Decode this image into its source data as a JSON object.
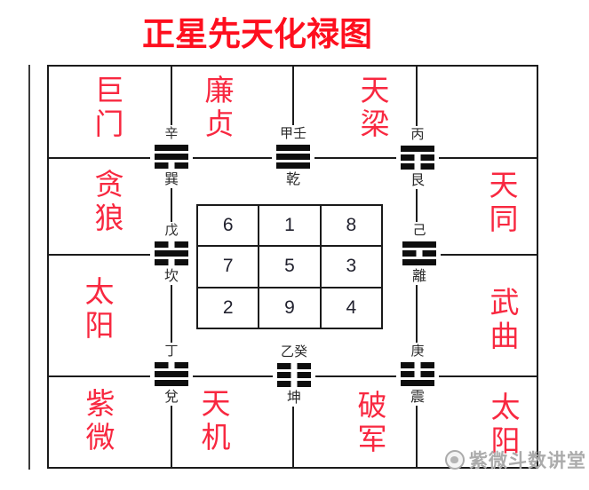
{
  "title": "正星先天化禄图",
  "colors": {
    "title_red": "#fe0f1e",
    "star_red": "#f82840",
    "grid_line": "#1b1b1b",
    "trigram_ink": "#0e0e0e",
    "watermark_gray": "#ababab"
  },
  "stars": [
    {
      "label": "巨门",
      "position": "top-row-col1"
    },
    {
      "label": "廉贞",
      "position": "top-row-col2"
    },
    {
      "label": "天梁",
      "position": "top-row-col3"
    },
    {
      "label": "贪狼",
      "position": "row2-col1"
    },
    {
      "label": "天同",
      "position": "row2-col4"
    },
    {
      "label": "太阳",
      "position": "row3-col1"
    },
    {
      "label": "武曲",
      "position": "row3-col4"
    },
    {
      "label": "紫微",
      "position": "bottom-row-col1"
    },
    {
      "label": "天机",
      "position": "bottom-row-col2"
    },
    {
      "label": "破军",
      "position": "bottom-row-col3"
    },
    {
      "label": "太阳",
      "position": "bottom-row-col4"
    }
  ],
  "trigrams": [
    {
      "stem": "辛",
      "name": "巽",
      "lines": [
        "solid",
        "solid",
        "broken"
      ],
      "position": "top-left"
    },
    {
      "stem": "甲壬",
      "name": "乾",
      "lines": [
        "solid",
        "solid",
        "solid"
      ],
      "position": "top-center"
    },
    {
      "stem": "丙",
      "name": "艮",
      "lines": [
        "solid",
        "broken",
        "broken"
      ],
      "position": "top-right"
    },
    {
      "stem": "戊",
      "name": "坎",
      "lines": [
        "broken",
        "solid",
        "broken"
      ],
      "position": "middle-left"
    },
    {
      "stem": "己",
      "name": "離",
      "lines": [
        "solid",
        "broken",
        "solid"
      ],
      "position": "middle-right"
    },
    {
      "stem": "丁",
      "name": "兌",
      "lines": [
        "broken",
        "solid",
        "solid"
      ],
      "position": "bottom-left"
    },
    {
      "stem": "乙癸",
      "name": "坤",
      "lines": [
        "broken",
        "broken",
        "broken"
      ],
      "position": "bottom-center"
    },
    {
      "stem": "庚",
      "name": "震",
      "lines": [
        "broken",
        "broken",
        "solid"
      ],
      "position": "bottom-right"
    }
  ],
  "magic_square": {
    "rows": [
      [
        "6",
        "1",
        "8"
      ],
      [
        "7",
        "5",
        "3"
      ],
      [
        "2",
        "9",
        "4"
      ]
    ]
  },
  "watermark": {
    "text": "紫微斗数讲堂"
  }
}
